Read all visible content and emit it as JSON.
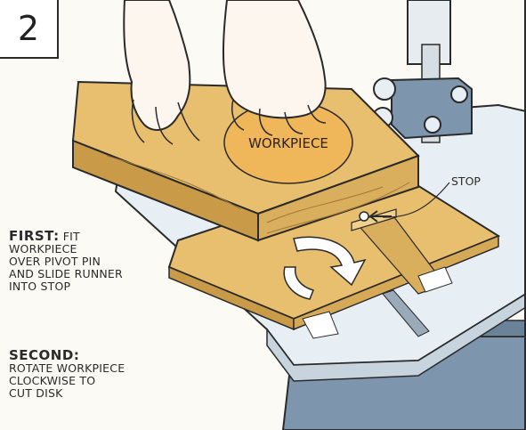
{
  "step": {
    "number": "2"
  },
  "labels": {
    "workpiece": "WORKPIECE",
    "stop": "STOP"
  },
  "instructions": {
    "first": {
      "heading": "FIRST:",
      "lines": [
        "FIT",
        "WORKPIECE",
        "OVER PIVOT PIN",
        "AND SLIDE RUNNER",
        "INTO STOP"
      ]
    },
    "second": {
      "heading": "SECOND:",
      "lines": [
        "ROTATE WORKPIECE",
        "CLOCKWISE TO",
        "CUT DISK"
      ]
    }
  },
  "colors": {
    "wood": "#e8bf6e",
    "wood_dark": "#c99a48",
    "disk": "#f0b65a",
    "saw_body": "#7d96ad",
    "saw_table": "#e8eff4",
    "skin": "#fdf6ef",
    "arrow": "#ffffff"
  }
}
